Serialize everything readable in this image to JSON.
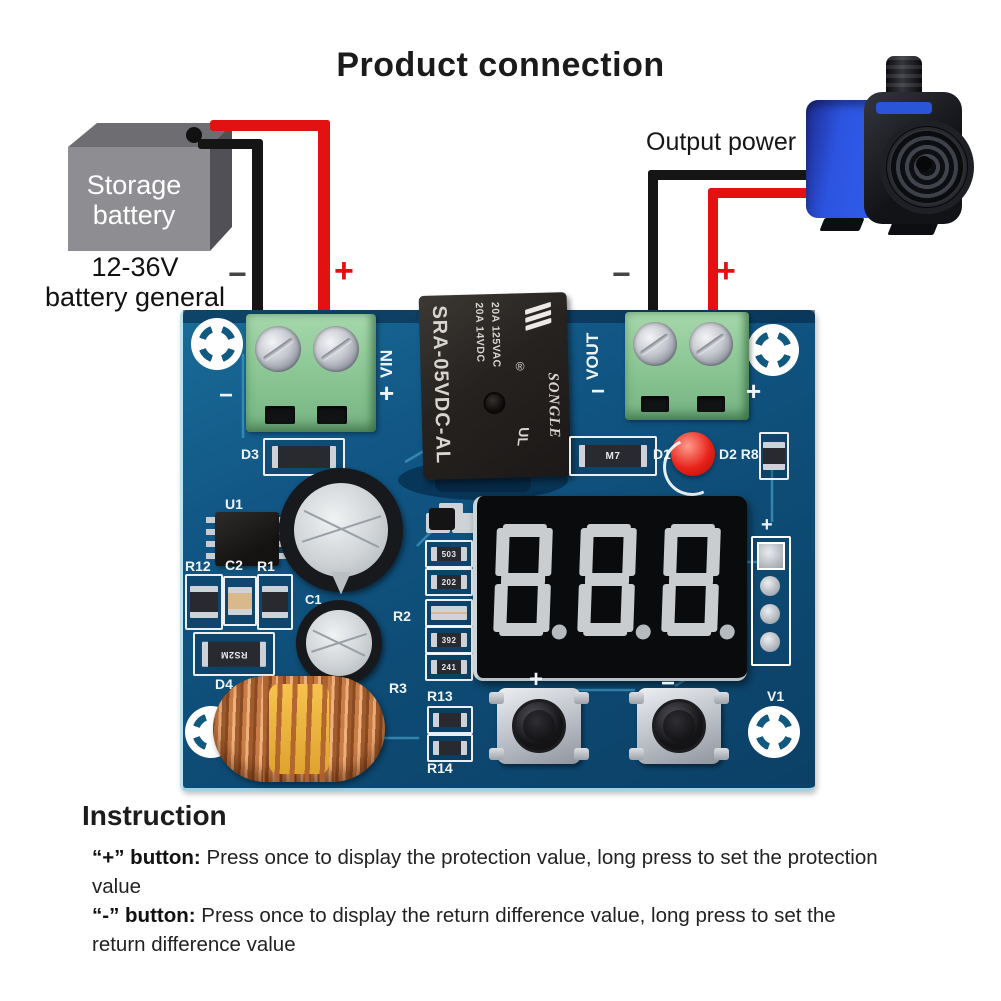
{
  "title": "Product connection",
  "battery": {
    "name_line1": "Storage",
    "name_line2": "battery",
    "caption_line1": "12-36V",
    "caption_line2": "battery general",
    "minus": "−",
    "plus": "+"
  },
  "output": {
    "label": "Output power",
    "minus": "−",
    "plus": "+"
  },
  "board": {
    "vin": {
      "label": "VIN",
      "minus": "−",
      "plus": "+"
    },
    "vout": {
      "label": "VOUT",
      "minus": "−",
      "plus": "+"
    },
    "relay": {
      "model": "SRA-05VDC-AL",
      "rating1": "20A 14VDC",
      "rating2": "20A 125VAC",
      "brand": "SONGLE",
      "reg": "®",
      "cert": "UL"
    },
    "display": {
      "digits": "8.8.8."
    },
    "header_plus": "+",
    "buttons": {
      "plus": "+",
      "minus": "−"
    },
    "labels": {
      "d3": "D3",
      "d1": "D1",
      "d2r8": "D2 R8",
      "m7": "M7",
      "u1": "U1",
      "r12": "R12",
      "c2": "C2",
      "r1": "R1",
      "c1": "C1",
      "rs2m": "RS2M",
      "d4": "D4",
      "r2": "R2",
      "r3": "R3",
      "r13": "R13",
      "r14": "R14",
      "v1": "V1"
    },
    "res_values": [
      "503",
      "202",
      "392",
      "241"
    ]
  },
  "instruction": {
    "heading": "Instruction",
    "item1_bold": "“+” button:",
    "item1_text": " Press once to display the protection value, long press to set the protection value",
    "item2_bold": "“-” button:",
    "item2_text": " Press once to display the return difference value, long press to set the return difference value"
  },
  "colors": {
    "wire_red": "#e31212",
    "wire_black": "#151515",
    "pcb_blue": "#0f5280",
    "terminal_green": "#8cc795",
    "pump_blue": "#2b55d8",
    "led_red": "#e8231a"
  }
}
